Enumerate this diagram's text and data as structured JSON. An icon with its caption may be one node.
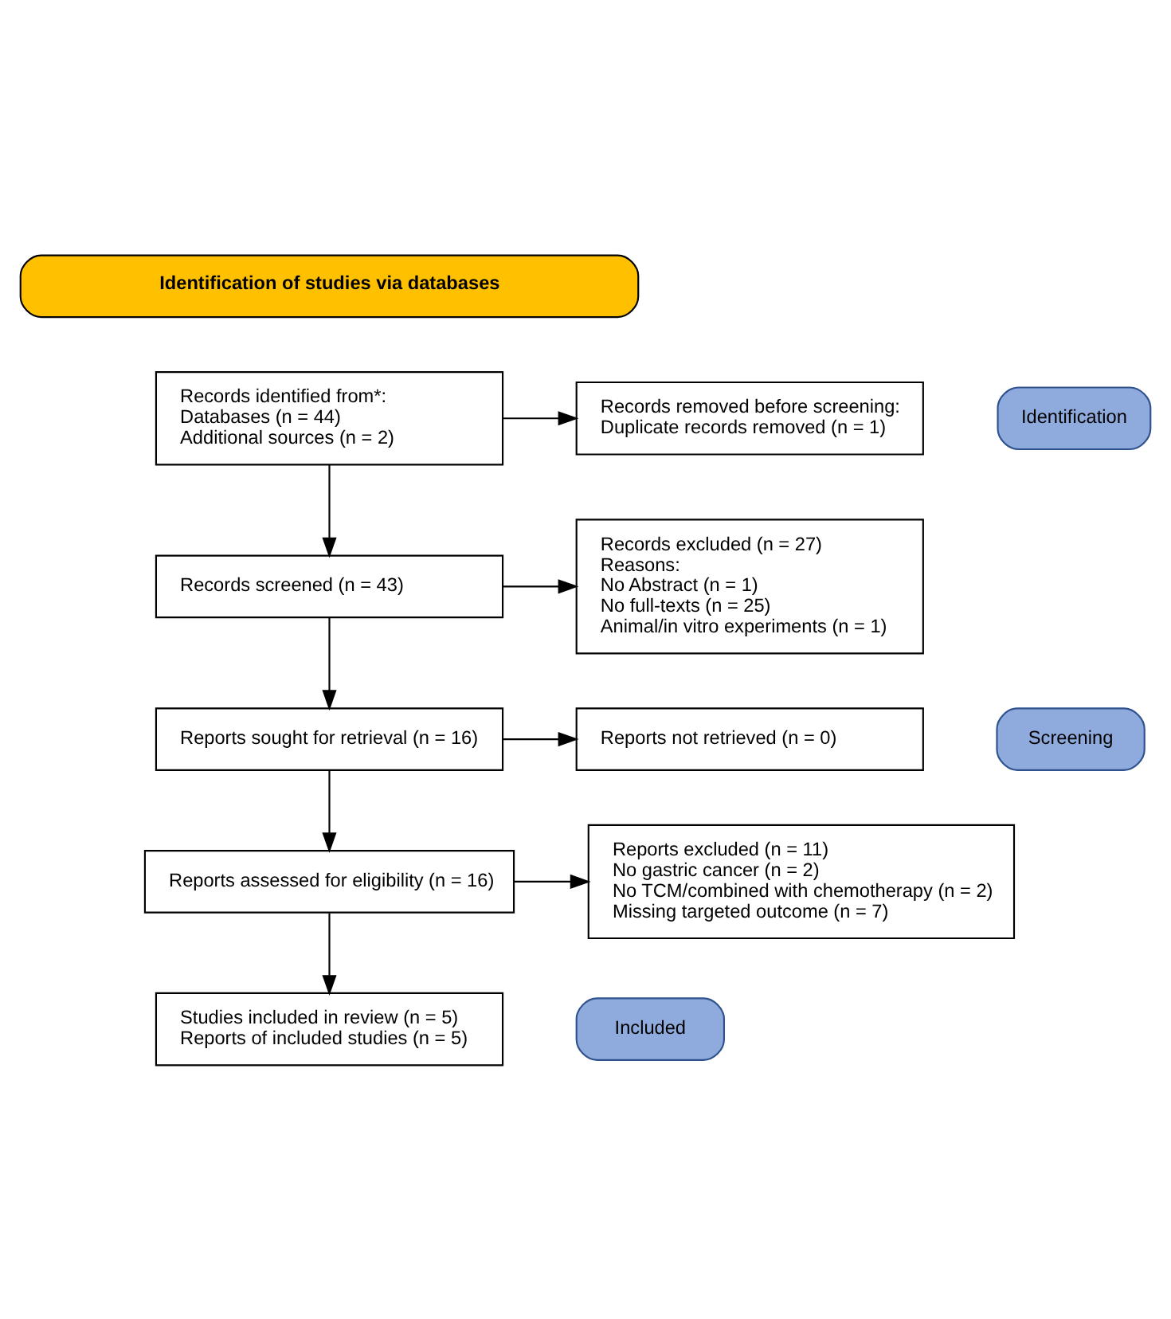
{
  "diagram": {
    "nodes": [
      {
        "text": [
          "Identification of studies via databases"
        ]
      },
      {
        "text": [
          "Identification"
        ]
      },
      {
        "text": [
          "Screening"
        ]
      },
      {
        "text": [
          "Included"
        ]
      },
      {
        "text": [
          "Records identified from*:",
          "Databases (n = 44)",
          "Additional sources (n = 2)"
        ]
      },
      {
        "text": [
          "Records removed before screening:",
          "Duplicate records removed (n = 1)"
        ]
      },
      {
        "text": [
          "Records screened (n = 43)"
        ]
      },
      {
        "text": [
          "Records excluded (n = 27)",
          "Reasons:",
          "No Abstract (n = 1)",
          "No full-texts (n = 25)",
          "Animal/in vitro experiments (n = 1)"
        ]
      },
      {
        "text": [
          "Reports sought for retrieval (n = 16)"
        ]
      },
      {
        "text": [
          "Reports not retrieved (n = 0)"
        ]
      },
      {
        "text": [
          "Reports assessed for eligibility (n = 16)"
        ]
      },
      {
        "text": [
          "Reports excluded (n = 11)",
          "No gastric cancer (n = 2)",
          "No TCM/combined with chemotherapy (n = 2)",
          "Missing targeted outcome (n = 7)"
        ]
      },
      {
        "text": [
          "Studies included in review (n = 5)",
          "Reports of included studies (n = 5)"
        ]
      }
    ],
    "edges": [
      {
        "from": 4,
        "to": 5,
        "arrow": "to"
      },
      {
        "from": 4,
        "to": 6,
        "arrow": "to"
      },
      {
        "from": 6,
        "to": 7,
        "arrow": "to"
      },
      {
        "from": 6,
        "to": 8,
        "arrow": "to"
      },
      {
        "from": 8,
        "to": 9,
        "arrow": "to"
      },
      {
        "from": 8,
        "to": 10,
        "arrow": "to"
      },
      {
        "from": 10,
        "to": 11,
        "arrow": "to"
      },
      {
        "from": 10,
        "to": 12,
        "arrow": "to"
      }
    ]
  }
}
